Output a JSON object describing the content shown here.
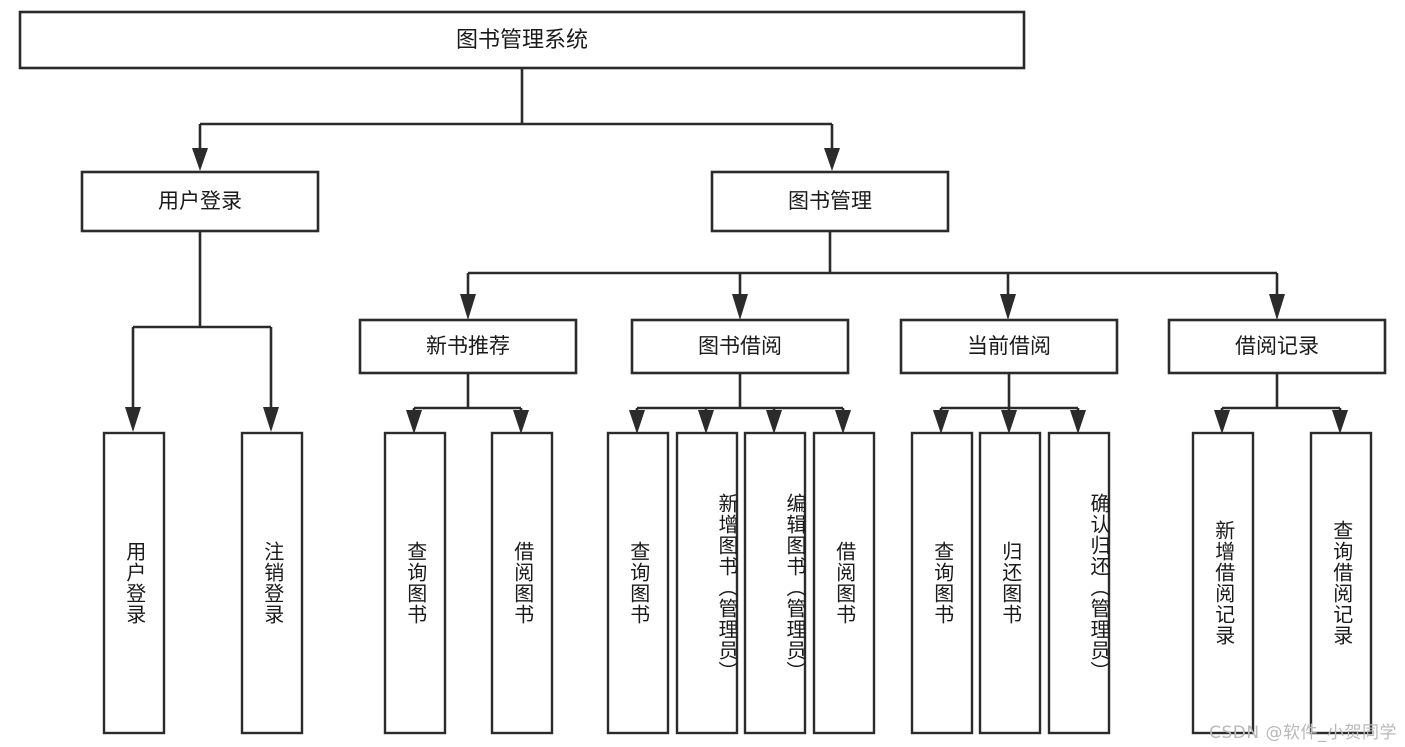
{
  "diagram": {
    "type": "tree",
    "title": "图书管理系统",
    "orientation": "top-down",
    "colors": {
      "box_fill": "#ffffff",
      "box_stroke": "#2b2b2b",
      "text": "#1a1a1a",
      "background": "#ffffff",
      "watermark": "#b9b9b9"
    },
    "root": {
      "label": "图书管理系统"
    },
    "level2": [
      {
        "label": "用户登录"
      },
      {
        "label": "图书管理"
      }
    ],
    "level3": [
      {
        "label": "新书推荐"
      },
      {
        "label": "图书借阅"
      },
      {
        "label": "当前借阅"
      },
      {
        "label": "借阅记录"
      }
    ],
    "leaves": {
      "user_login": [
        {
          "label": "用户登录"
        },
        {
          "label": "注销登录"
        }
      ],
      "new_book": [
        {
          "label": "查询图书"
        },
        {
          "label": "借阅图书"
        }
      ],
      "book_borrow": [
        {
          "label": "查询图书"
        },
        {
          "label": "新增图书（管理员）"
        },
        {
          "label": "编辑图书（管理员）"
        },
        {
          "label": "借阅图书"
        }
      ],
      "current_borrow": [
        {
          "label": "查询图书"
        },
        {
          "label": "归还图书"
        },
        {
          "label": "确认归还（管理员）"
        }
      ],
      "borrow_record": [
        {
          "label": "新增借阅记录"
        },
        {
          "label": "查询借阅记录"
        }
      ]
    }
  },
  "watermark": {
    "text": "CSDN @软件_小贺同学"
  }
}
